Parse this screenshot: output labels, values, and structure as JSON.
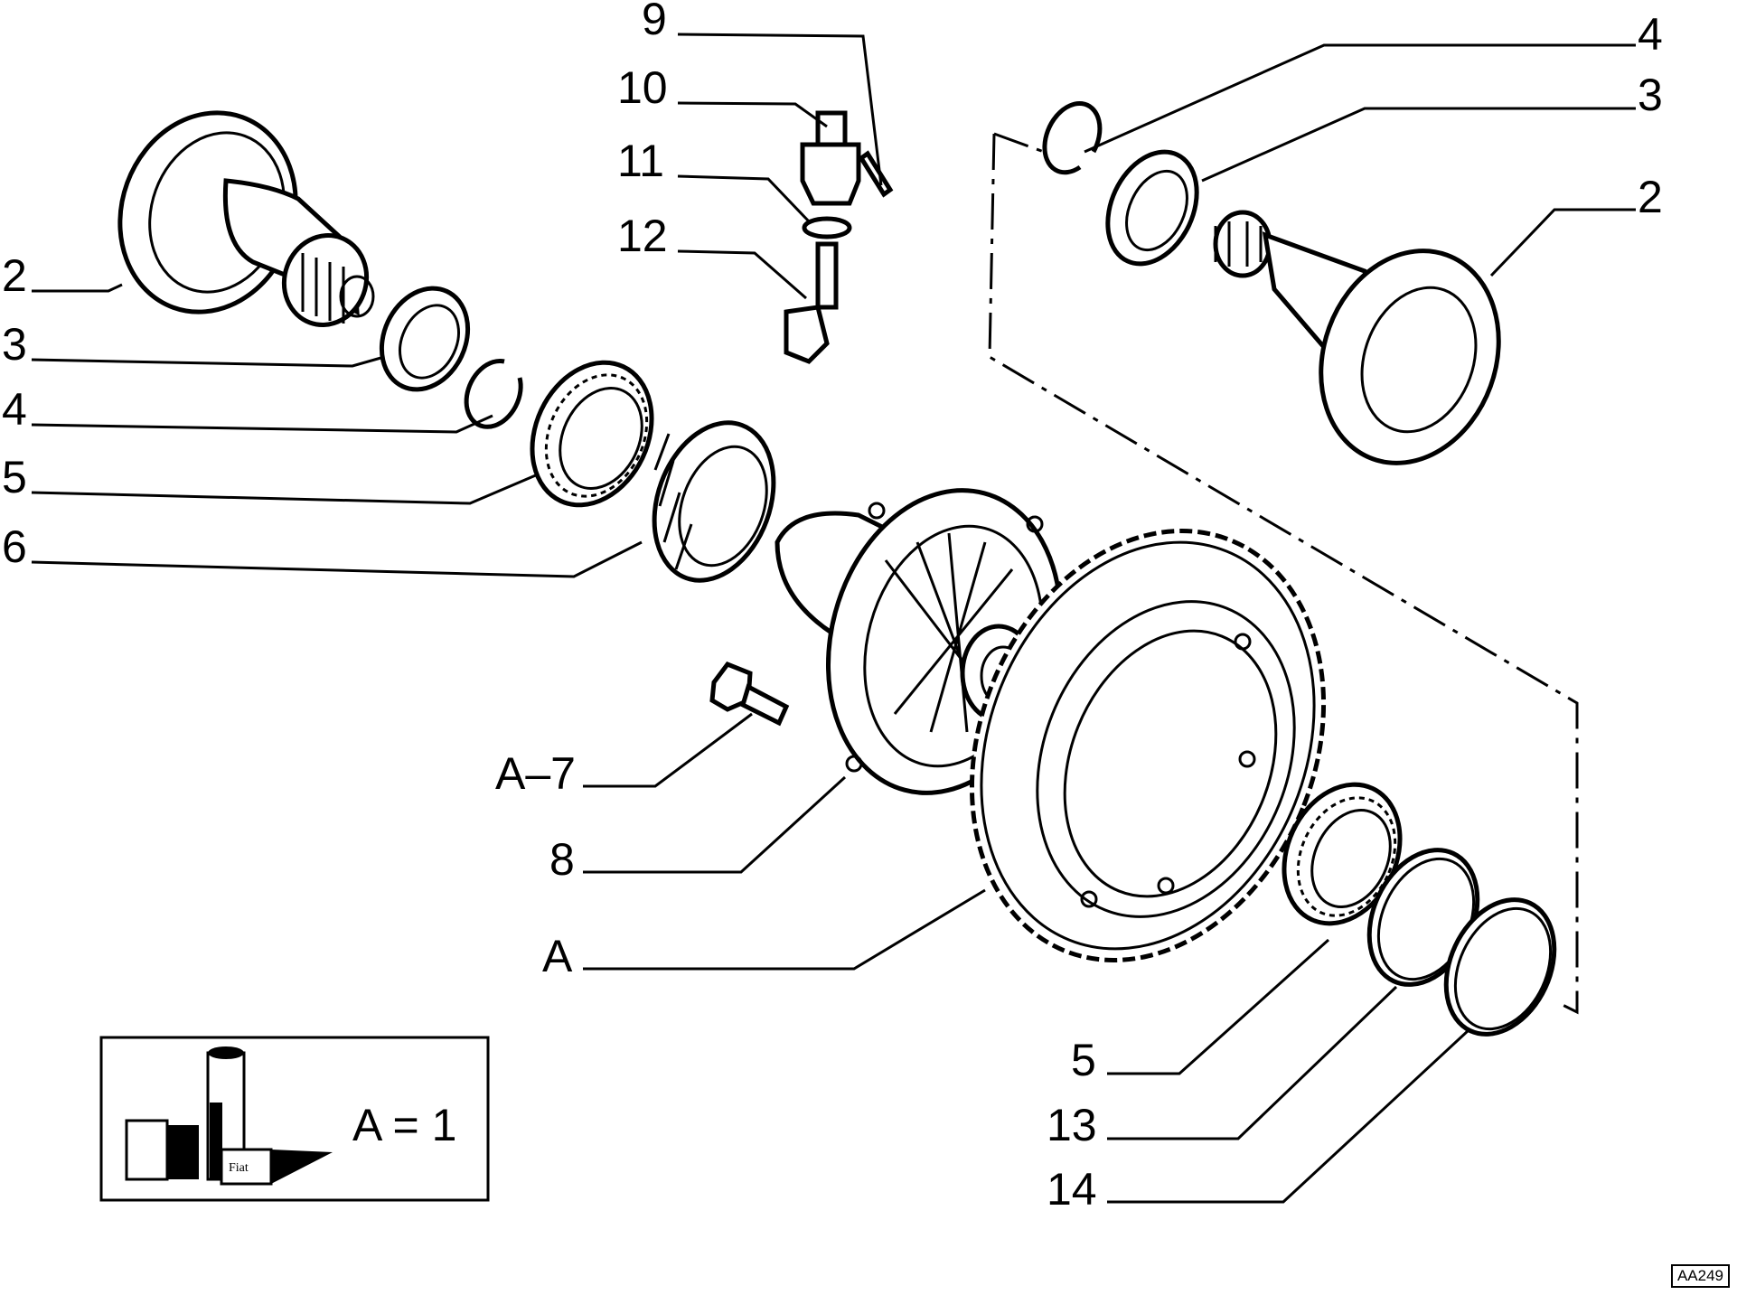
{
  "callouts": {
    "l2": "2",
    "l3": "3",
    "l4": "4",
    "l5": "5",
    "l6": "6",
    "t9": "9",
    "t10": "10",
    "t11": "11",
    "t12": "12",
    "r4": "4",
    "r3": "3",
    "r2": "2",
    "a7": "A–7",
    "c8": "8",
    "cA": "A",
    "b5": "5",
    "b13": "13",
    "b14": "14"
  },
  "legend": {
    "equation": "A = 1",
    "pack_text": "Fiat"
  },
  "drawing_code": "AA249"
}
